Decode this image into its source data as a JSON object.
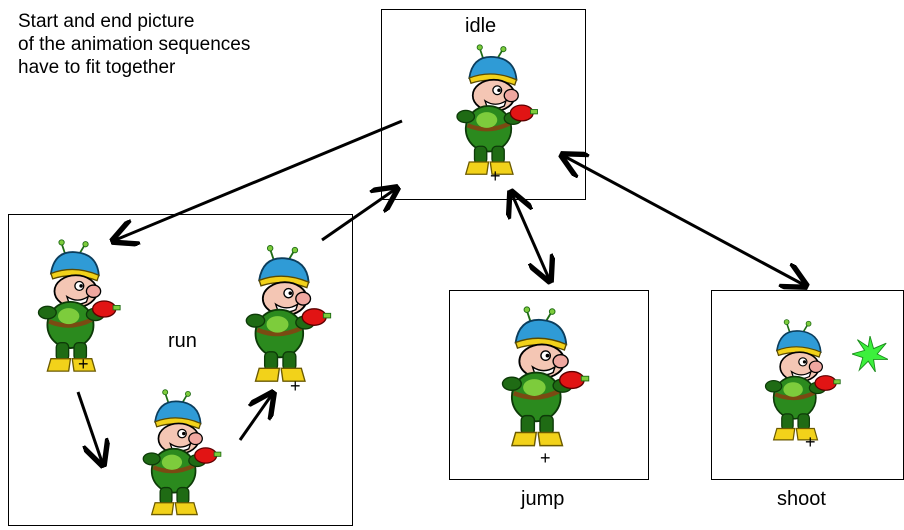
{
  "note": {
    "lines": [
      "Start and end picture",
      "of the animation sequences",
      "have to fit together"
    ]
  },
  "states": {
    "idle": "idle",
    "run": "run",
    "jump": "jump",
    "shoot": "shoot"
  },
  "colors": {
    "body_green": "#1f6b14",
    "body_light_green": "#7dcc3c",
    "helmet_blue": "#2f9bd6",
    "skin": "#f4c6b4",
    "boots_yellow": "#f2d21a",
    "gun_red": "#e11414",
    "flash_green": "#3cf03c"
  }
}
